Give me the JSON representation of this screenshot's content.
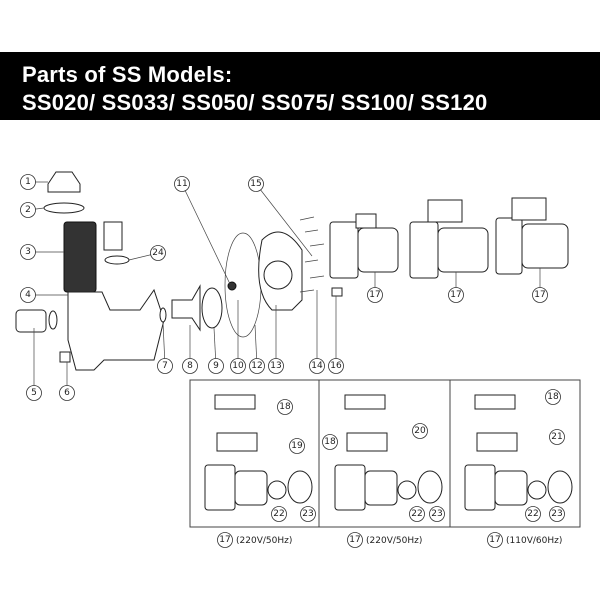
{
  "header": {
    "title_line1": "Parts of SS Models:",
    "title_line2": "SS020/ SS033/ SS050/ SS075/ SS100/ SS120"
  },
  "callouts": [
    "1",
    "2",
    "3",
    "24",
    "4",
    "5",
    "6",
    "7",
    "8",
    "9",
    "10",
    "12",
    "13",
    "14",
    "16",
    "11",
    "15",
    "17",
    "17",
    "17"
  ],
  "variants": [
    {
      "callouts": [
        "18",
        "19",
        "22",
        "23"
      ],
      "part_number": "17",
      "caption": "(220V/50Hz)"
    },
    {
      "callouts": [
        "20",
        "18",
        "22",
        "23"
      ],
      "part_number": "17",
      "caption": "(220V/50Hz)"
    },
    {
      "callouts": [
        "18",
        "21",
        "22",
        "23"
      ],
      "part_number": "17",
      "caption": "(110V/60Hz)"
    }
  ]
}
